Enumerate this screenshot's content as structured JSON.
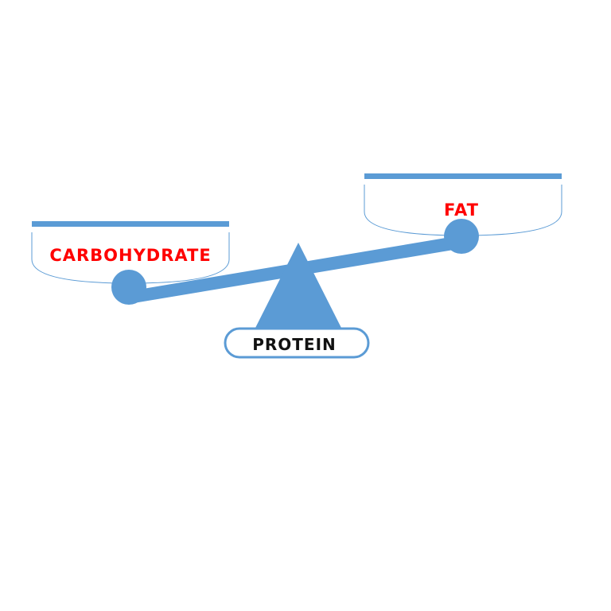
{
  "diagram": {
    "labels": {
      "left_pan": "CARBOHYDRATE",
      "right_pan": "FAT",
      "fulcrum_base": "PROTEIN"
    },
    "colors": {
      "scale_blue": "#5B9BD5",
      "pan_label": "#FF0000",
      "base_label": "#111111",
      "background": "#FFFFFF"
    }
  }
}
